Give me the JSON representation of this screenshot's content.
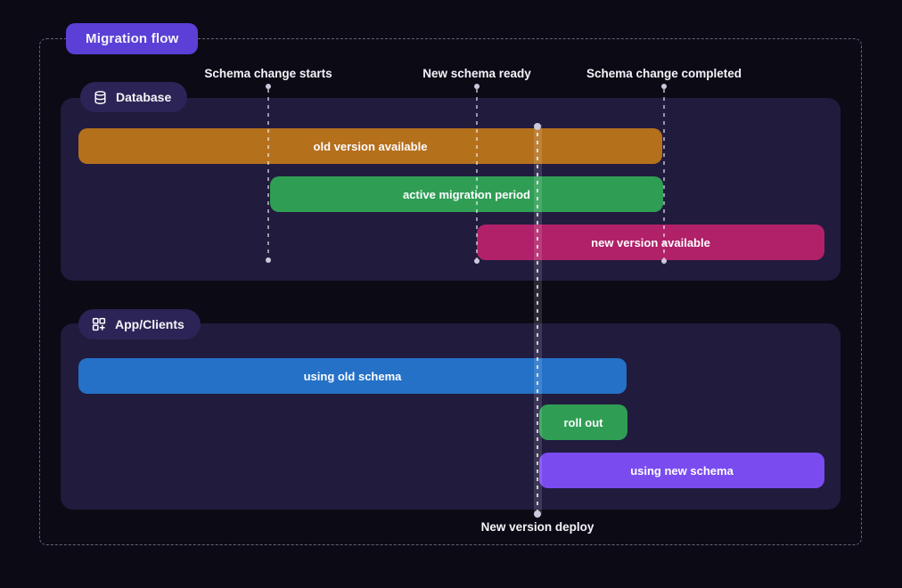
{
  "title_badge": {
    "label": "Migration flow",
    "bg": "#5b3fd6"
  },
  "canvas": {
    "background": "#0c0a15",
    "panel_bg": "#211b3e",
    "badge_pill_bg": "#2c2456",
    "guide_dot_color": "#cdc8dc"
  },
  "milestones": [
    {
      "label": "Schema change starts"
    },
    {
      "label": "New schema ready"
    },
    {
      "label": "Schema change completed"
    }
  ],
  "deploy_marker": {
    "label": "New version deploy"
  },
  "sections": [
    {
      "label": "Database",
      "icon": "database-icon",
      "bars": [
        {
          "label": "old version available",
          "color": "#b5701c"
        },
        {
          "label": "active migration period",
          "color": "#2f9e54"
        },
        {
          "label": "new version available",
          "color": "#b02169"
        }
      ]
    },
    {
      "label": "App/Clients",
      "icon": "apps-icon",
      "bars": [
        {
          "label": "using old schema",
          "color": "#2471c7"
        },
        {
          "label": "roll out",
          "color": "#2f9e54"
        },
        {
          "label": "using new schema",
          "color": "#7a4cf0"
        }
      ]
    }
  ]
}
